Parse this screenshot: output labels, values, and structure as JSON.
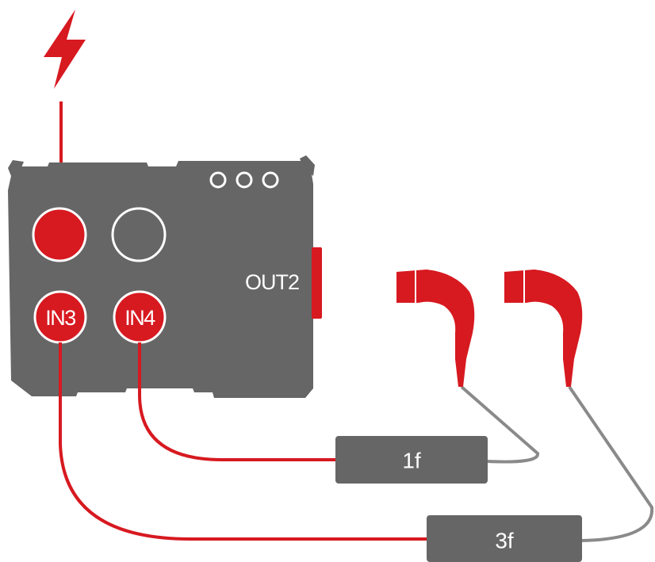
{
  "device": {
    "ports": {
      "in3": "IN3",
      "in4": "IN4",
      "out2": "OUT2"
    }
  },
  "boxes": {
    "first": "1f",
    "second": "3f"
  },
  "colors": {
    "device_gray": "#666666",
    "accent_red": "#d71920",
    "cable_gray": "#8a8a8a",
    "box_gray": "#666666"
  }
}
